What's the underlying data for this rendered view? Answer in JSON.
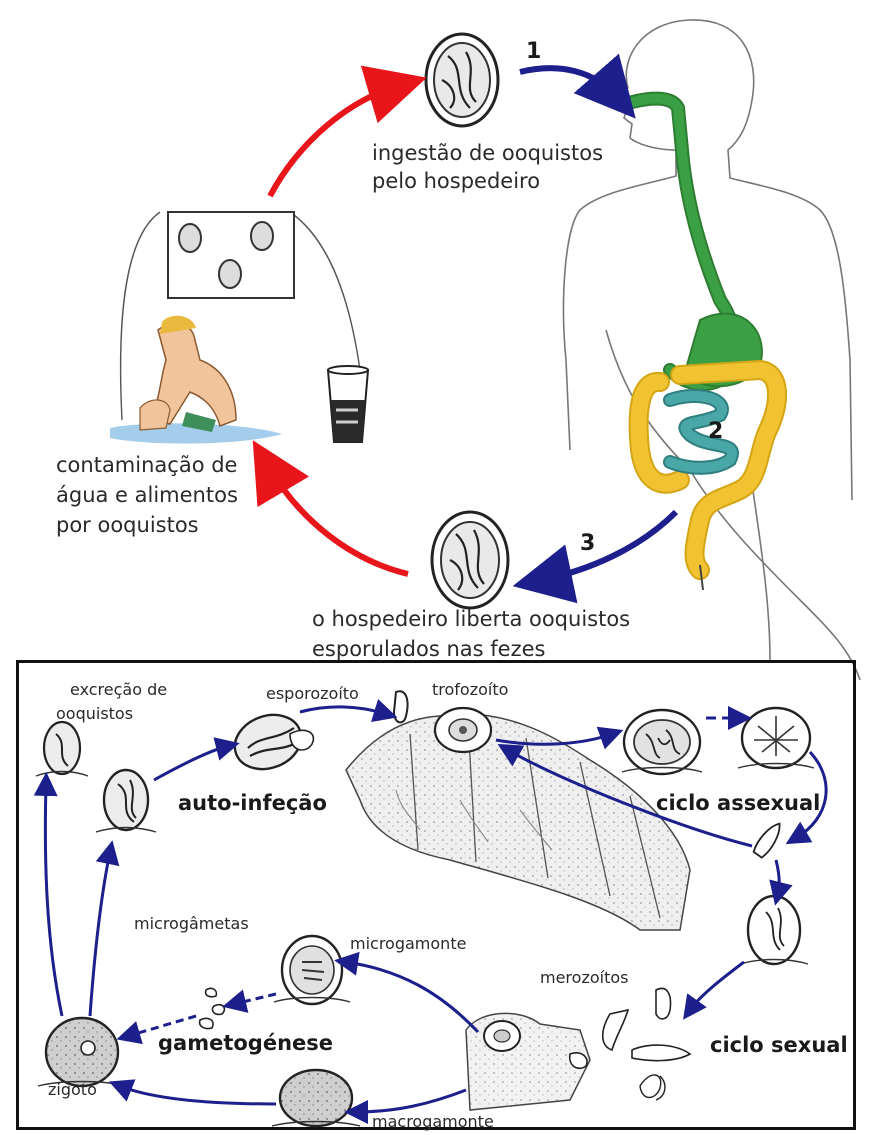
{
  "top_cycle": {
    "steps": [
      "1",
      "2",
      "3"
    ],
    "ingestion_label": [
      "ingestão de ooquistos",
      "pelo hospedeiro"
    ],
    "release_label": [
      "o hospedeiro liberta ooquistos",
      "esporulados nas fezes"
    ],
    "contamination_label": [
      "contaminação de",
      "água e alimentos",
      "por ooquistos"
    ]
  },
  "life_cycle": {
    "excretion": [
      "excreção de",
      "ooquistos"
    ],
    "sporozoite": "esporozoíto",
    "trophozoite": "trofozoíto",
    "autoinfection": "auto-infeção",
    "asexual_cycle": "ciclo assexual",
    "microgametes": "microgâmetas",
    "microgamont": "microgamonte",
    "merozoites": "merozoítos",
    "gametogenesis": "gametogénese",
    "sexual_cycle": "ciclo sexual",
    "zygote": "zigoto",
    "macrogamont": "macrogamonte"
  },
  "colors": {
    "red_arrow": "#e8161b",
    "blue_arrow": "#1c1f8c",
    "esophagus": "#3aa043",
    "intestine_outer": "#f1c232",
    "intestine_inner": "#4aa7a8"
  }
}
